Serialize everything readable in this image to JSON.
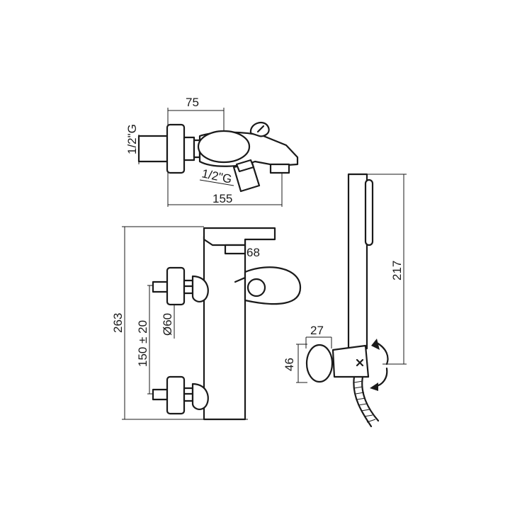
{
  "dimensions": {
    "top_width": "75",
    "top_total_width": "155",
    "inlet_left": "1/2\"G",
    "inlet_bottom": "1/2\"G",
    "outlet_depth": "68",
    "total_height": "263",
    "inlet_spacing": "150 ± 20",
    "diameter": "Ø60",
    "handshower_length": "217",
    "holder_width": "27",
    "holder_height": "46"
  }
}
